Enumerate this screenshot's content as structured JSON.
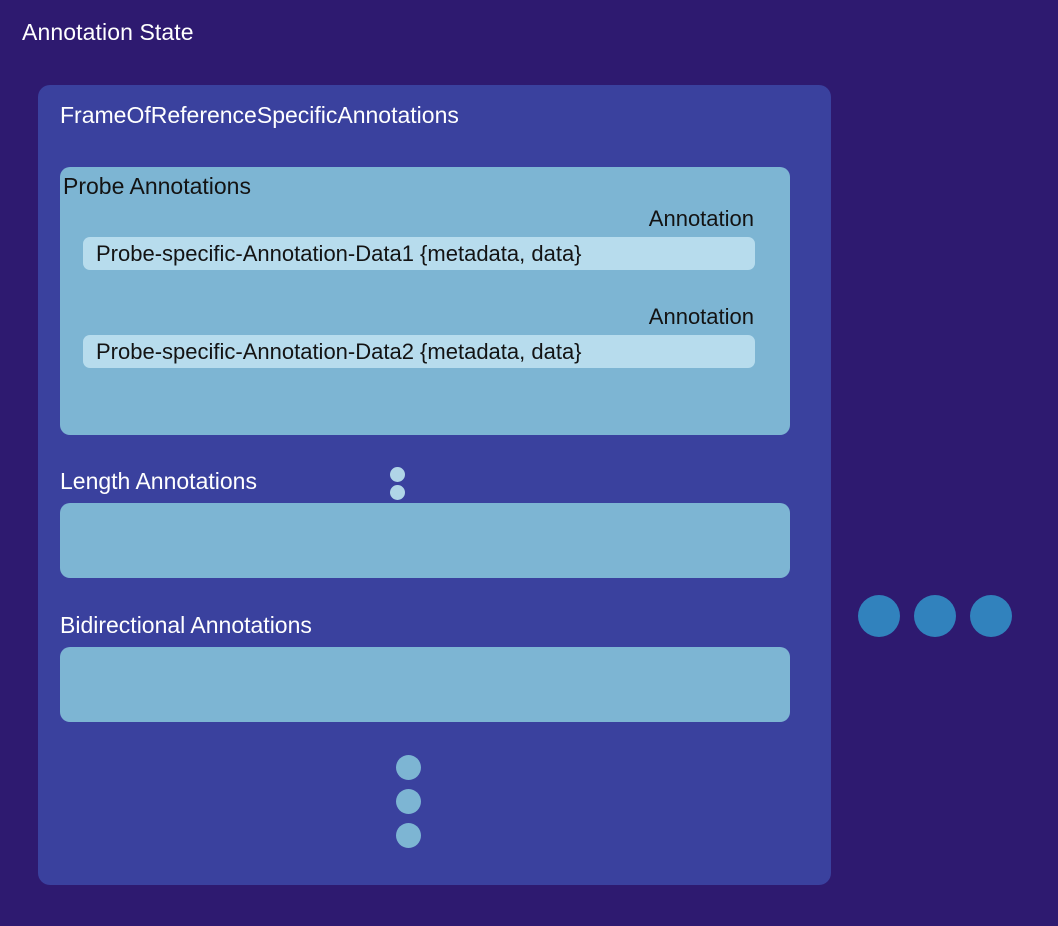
{
  "diagram": {
    "title": "Annotation State",
    "background_color": "#2e1a70",
    "panel": {
      "title": "FrameOfReferenceSpecificAnnotations",
      "color": "#3a419e",
      "groups": [
        {
          "name": "probe-annotations",
          "title": "Probe Annotations",
          "color": "#7db5d3",
          "annotations": [
            {
              "label": "Annotation",
              "value": "Probe-specific-Annotation-Data1 {metadata, data}"
            },
            {
              "label": "Annotation",
              "value": "Probe-specific-Annotation-Data2 {metadata, data}"
            }
          ],
          "continuation_dots": 2
        },
        {
          "name": "length-annotations",
          "title": "Length Annotations",
          "color": "#7db5d3",
          "annotations": []
        },
        {
          "name": "bidirectional-annotations",
          "title": "Bidirectional Annotations",
          "color": "#7db5d3",
          "annotations": []
        }
      ],
      "continuation_dots": 3
    },
    "side_continuation_dots": 3,
    "accent_color": "#3182bd",
    "data_box_color": "#b7dced"
  }
}
